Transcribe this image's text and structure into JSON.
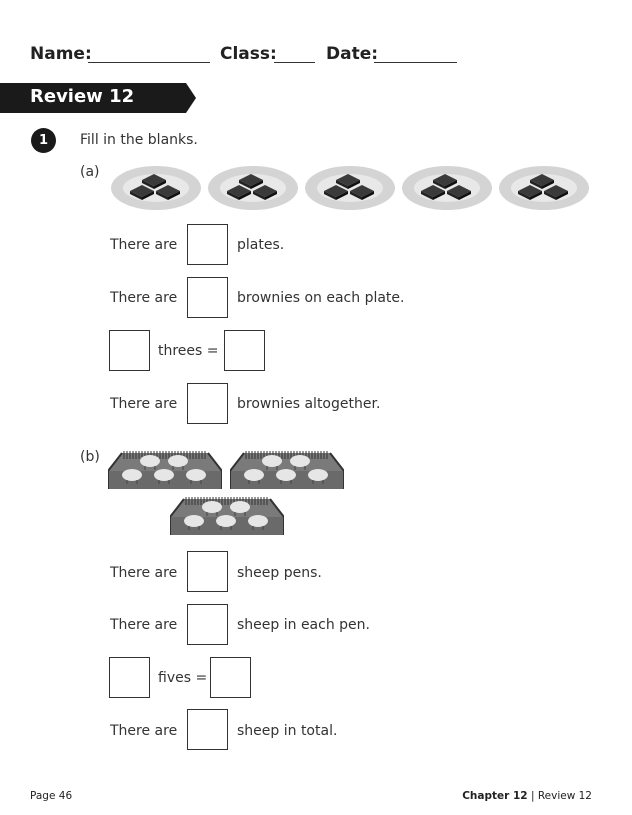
{
  "header": {
    "name_label": "Name:",
    "class_label": "Class:",
    "date_label": "Date:"
  },
  "banner": {
    "title": "Review 12"
  },
  "question": {
    "number": "1",
    "instruction": "Fill in the blanks.",
    "part_a": {
      "label": "(a)",
      "plates": 5,
      "brownies_per_plate": 3,
      "line1": {
        "before": "There are",
        "after": "plates."
      },
      "line2": {
        "before": "There are",
        "after": "brownies on each plate."
      },
      "line3": {
        "middle": "threes ="
      },
      "line4": {
        "before": "There are",
        "after": "brownies altogether."
      }
    },
    "part_b": {
      "label": "(b)",
      "pens": 3,
      "sheep_per_pen": 5,
      "line1": {
        "before": "There are",
        "after": "sheep pens."
      },
      "line2": {
        "before": "There are",
        "after": "sheep in each pen."
      },
      "line3": {
        "middle": "fives ="
      },
      "line4": {
        "before": "There are",
        "after": "sheep in total."
      }
    }
  },
  "footer": {
    "page": "Page 46",
    "chapter": "Chapter 12",
    "separator": "|",
    "section": "Review 12"
  }
}
